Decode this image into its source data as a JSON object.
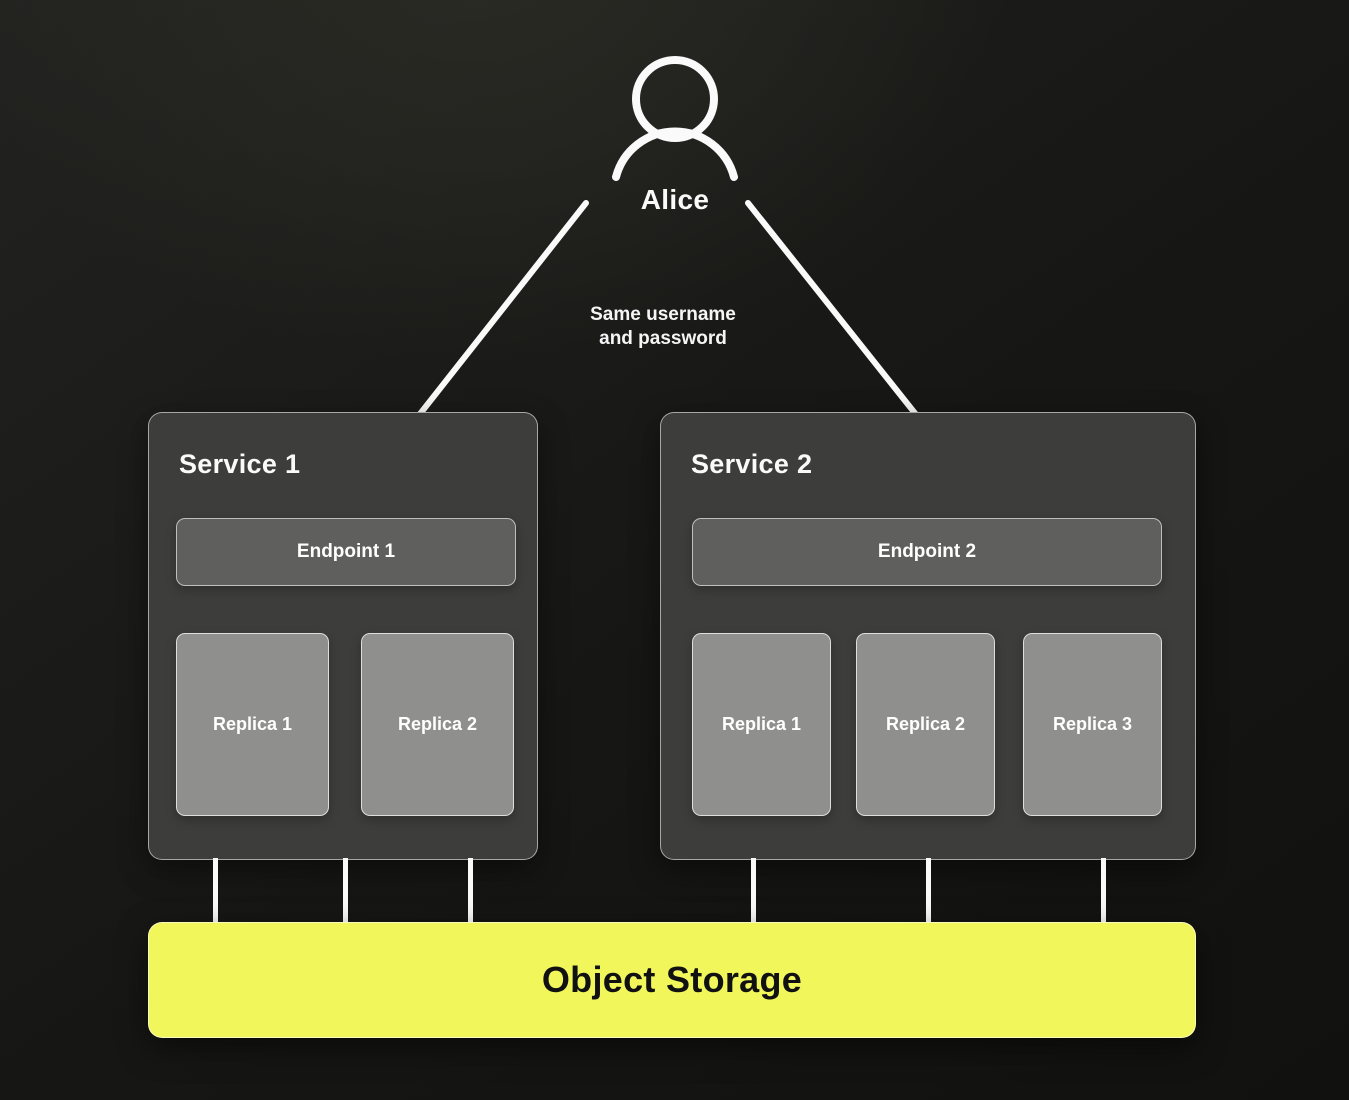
{
  "user": {
    "name": "Alice"
  },
  "note": "Same username\nand password",
  "services": [
    {
      "title": "Service 1",
      "endpoint": "Endpoint 1",
      "replicas": [
        "Replica 1",
        "Replica 2"
      ]
    },
    {
      "title": "Service 2",
      "endpoint": "Endpoint 2",
      "replicas": [
        "Replica 1",
        "Replica 2",
        "Replica 3"
      ]
    }
  ],
  "storage": {
    "label": "Object Storage"
  },
  "colors": {
    "background": "#161614",
    "service_fill": "#3d3d3b",
    "endpoint_fill": "#5f5f5d",
    "replica_fill": "#8f8f8d",
    "storage_fill": "#f1f65a",
    "line": "#fafafa",
    "storage_text": "#111111"
  }
}
